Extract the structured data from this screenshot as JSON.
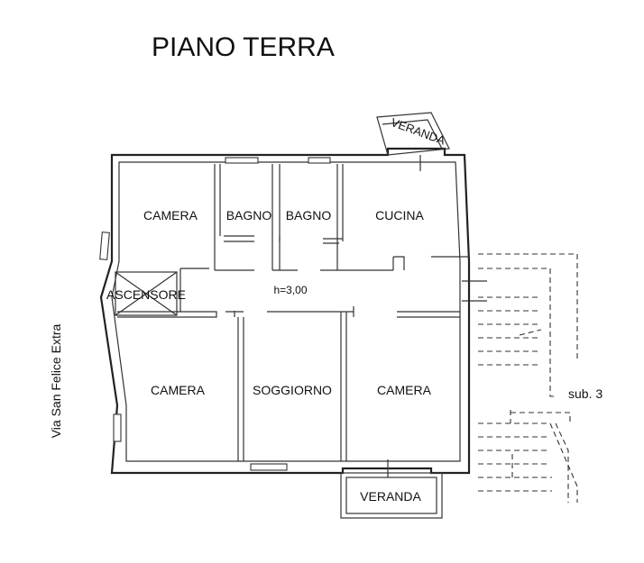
{
  "title": "PIANO TERRA",
  "street": "Via San Felice Extra",
  "height_label": "h=3,00",
  "sub_label": "sub. 3",
  "rooms": {
    "camera_nw": "CAMERA",
    "bagno_1": "BAGNO",
    "bagno_2": "BAGNO",
    "cucina": "CUCINA",
    "ascensore": "ASCENSORE",
    "camera_sw": "CAMERA",
    "soggiorno": "SOGGIORNO",
    "camera_se": "CAMERA",
    "veranda_top": "VERANDA",
    "veranda_bottom": "VERANDA"
  }
}
